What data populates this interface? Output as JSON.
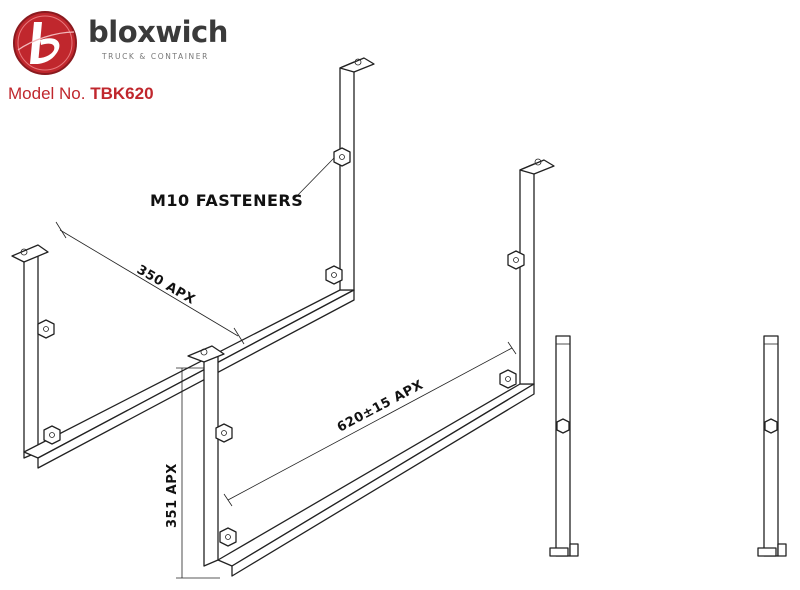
{
  "brand": {
    "name": "bloxwich",
    "tagline": "TRUCK & CONTAINER",
    "accent_color": "#c0272d",
    "logo_icon": "bloxwich-b-logo-icon"
  },
  "model": {
    "prefix": "Model No.",
    "number": "TBK620"
  },
  "drawing": {
    "callout": "M10 FASTENERS",
    "dimensions": {
      "depth": "350 APX",
      "width": "620±15 APX",
      "height": "351 APX"
    }
  }
}
